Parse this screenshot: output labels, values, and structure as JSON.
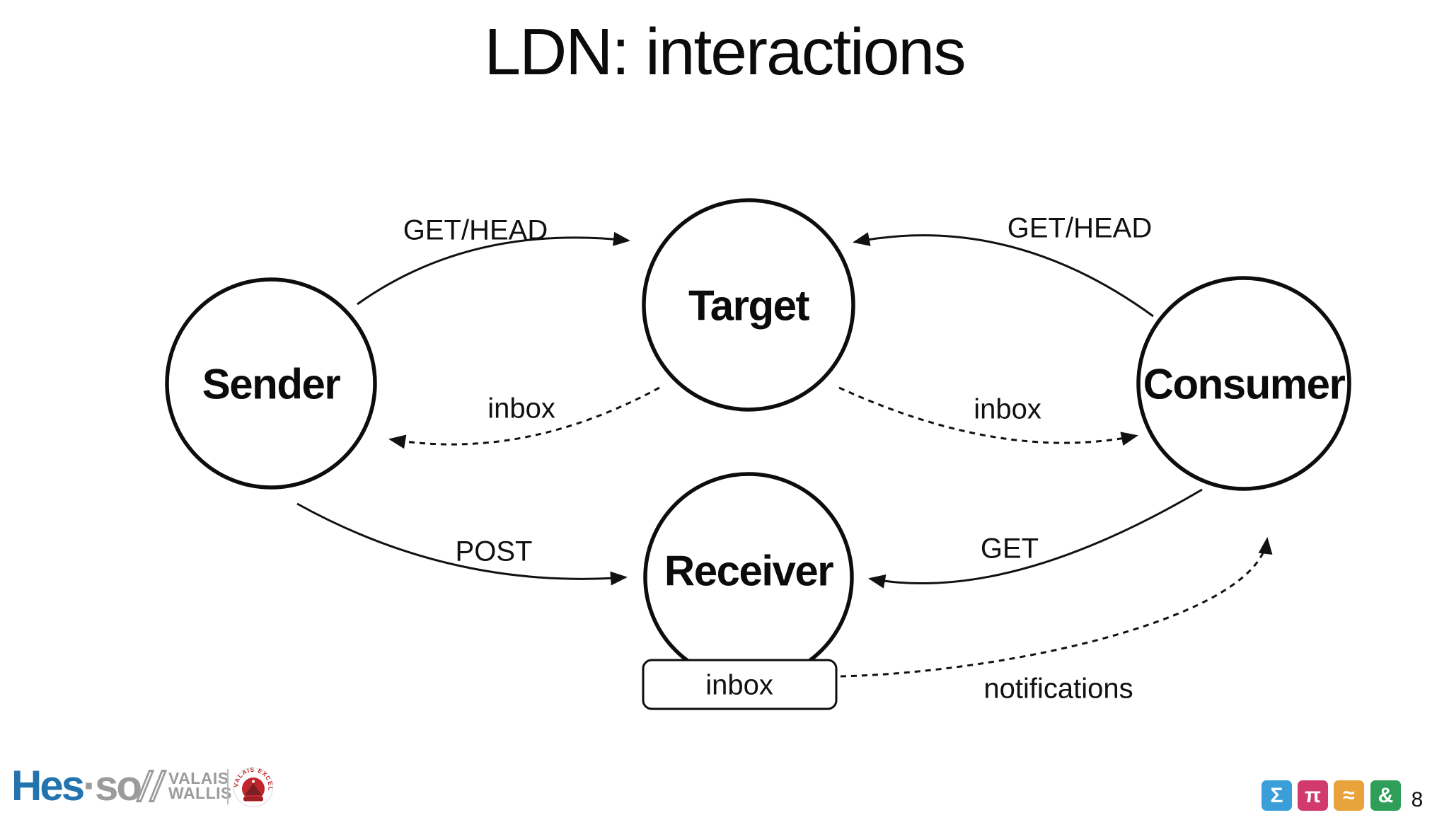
{
  "slide": {
    "title": "LDN: interactions"
  },
  "diagram": {
    "nodes": [
      {
        "id": "sender",
        "label": "Sender"
      },
      {
        "id": "target",
        "label": "Target"
      },
      {
        "id": "consumer",
        "label": "Consumer"
      },
      {
        "id": "receiver",
        "label": "Receiver"
      }
    ],
    "inbox_box": {
      "label": "inbox"
    },
    "edges": [
      {
        "id": "get-head-left",
        "from": "Sender",
        "to": "Target",
        "label": "GET/HEAD",
        "style": "solid"
      },
      {
        "id": "get-head-right",
        "from": "Consumer",
        "to": "Target",
        "label": "GET/HEAD",
        "style": "solid"
      },
      {
        "id": "inbox-left",
        "from": "Target",
        "to": "Sender",
        "label": "inbox",
        "style": "dashed"
      },
      {
        "id": "inbox-right",
        "from": "Target",
        "to": "Consumer",
        "label": "inbox",
        "style": "dashed"
      },
      {
        "id": "post",
        "from": "Sender",
        "to": "Receiver",
        "label": "POST",
        "style": "solid"
      },
      {
        "id": "get",
        "from": "Consumer",
        "to": "Receiver",
        "label": "GET",
        "style": "solid"
      },
      {
        "id": "notifications",
        "from": "inbox",
        "to": "Consumer",
        "label": "notifications",
        "style": "dashed"
      }
    ],
    "line_color": "#111111"
  },
  "footer": {
    "logo": {
      "brand_primary": "Hes",
      "brand_secondary": "·so",
      "region_line1": "VALAIS",
      "region_line2": "WALLIS",
      "badge_text": "VALAIS EXCELLENCE",
      "brand_blue": "#2273ae",
      "brand_gray": "#9b9b9b",
      "badge_red": "#c0272d"
    },
    "icons": [
      {
        "name": "sigma",
        "glyph": "Σ",
        "color": "#3a9fd9"
      },
      {
        "name": "pi",
        "glyph": "π",
        "color": "#d23a6e"
      },
      {
        "name": "approx",
        "glyph": "≈",
        "color": "#e8a33c"
      },
      {
        "name": "ampersand",
        "glyph": "&",
        "color": "#2e9e58"
      }
    ],
    "page_number": "8"
  }
}
